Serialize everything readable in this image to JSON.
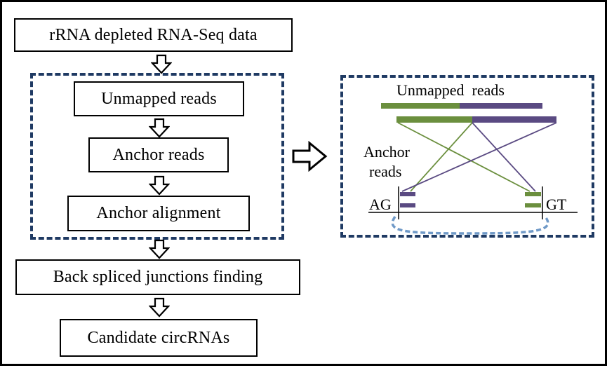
{
  "flowchart": {
    "step_1": "rRNA depleted RNA-Seq data",
    "step_2": "Unmapped reads",
    "step_3": "Anchor reads",
    "step_4": "Anchor alignment",
    "step_5": "Back spliced junctions finding",
    "step_6": "Candidate circRNAs"
  },
  "detail": {
    "title": "Unmapped  reads",
    "anchor_label_line1": "Anchor",
    "anchor_label_line2": "reads",
    "left_junction": "AG",
    "right_junction": "GT"
  },
  "colors": {
    "border_dashed": "#1f3a63",
    "read_green": "#6b8f3e",
    "read_purple": "#5a4a82",
    "loop_blue": "#6f99c7"
  }
}
